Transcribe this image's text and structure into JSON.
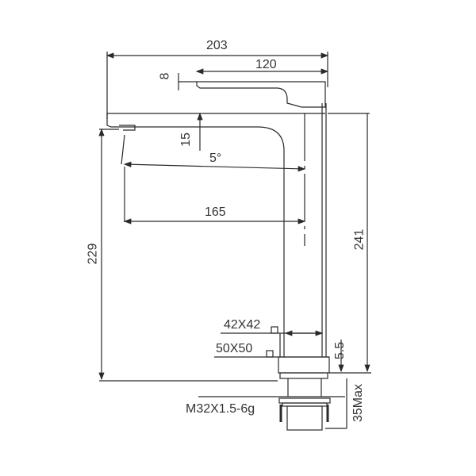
{
  "drawing": {
    "title": "Faucet dimension drawing",
    "line_color": "#2a2a2a",
    "text_color": "#333333"
  },
  "dimensions": {
    "overall_length": "203",
    "handle_length": "120",
    "handle_thickness": "8",
    "spout_thickness": "15",
    "spout_angle": "5°",
    "spout_reach": "165",
    "spout_height": "229",
    "total_height": "241",
    "body_section": "42X42",
    "base_section": "50X50",
    "base_height": "5.5",
    "thread": "M32X1.5-6g",
    "counter_max": "35Max"
  }
}
